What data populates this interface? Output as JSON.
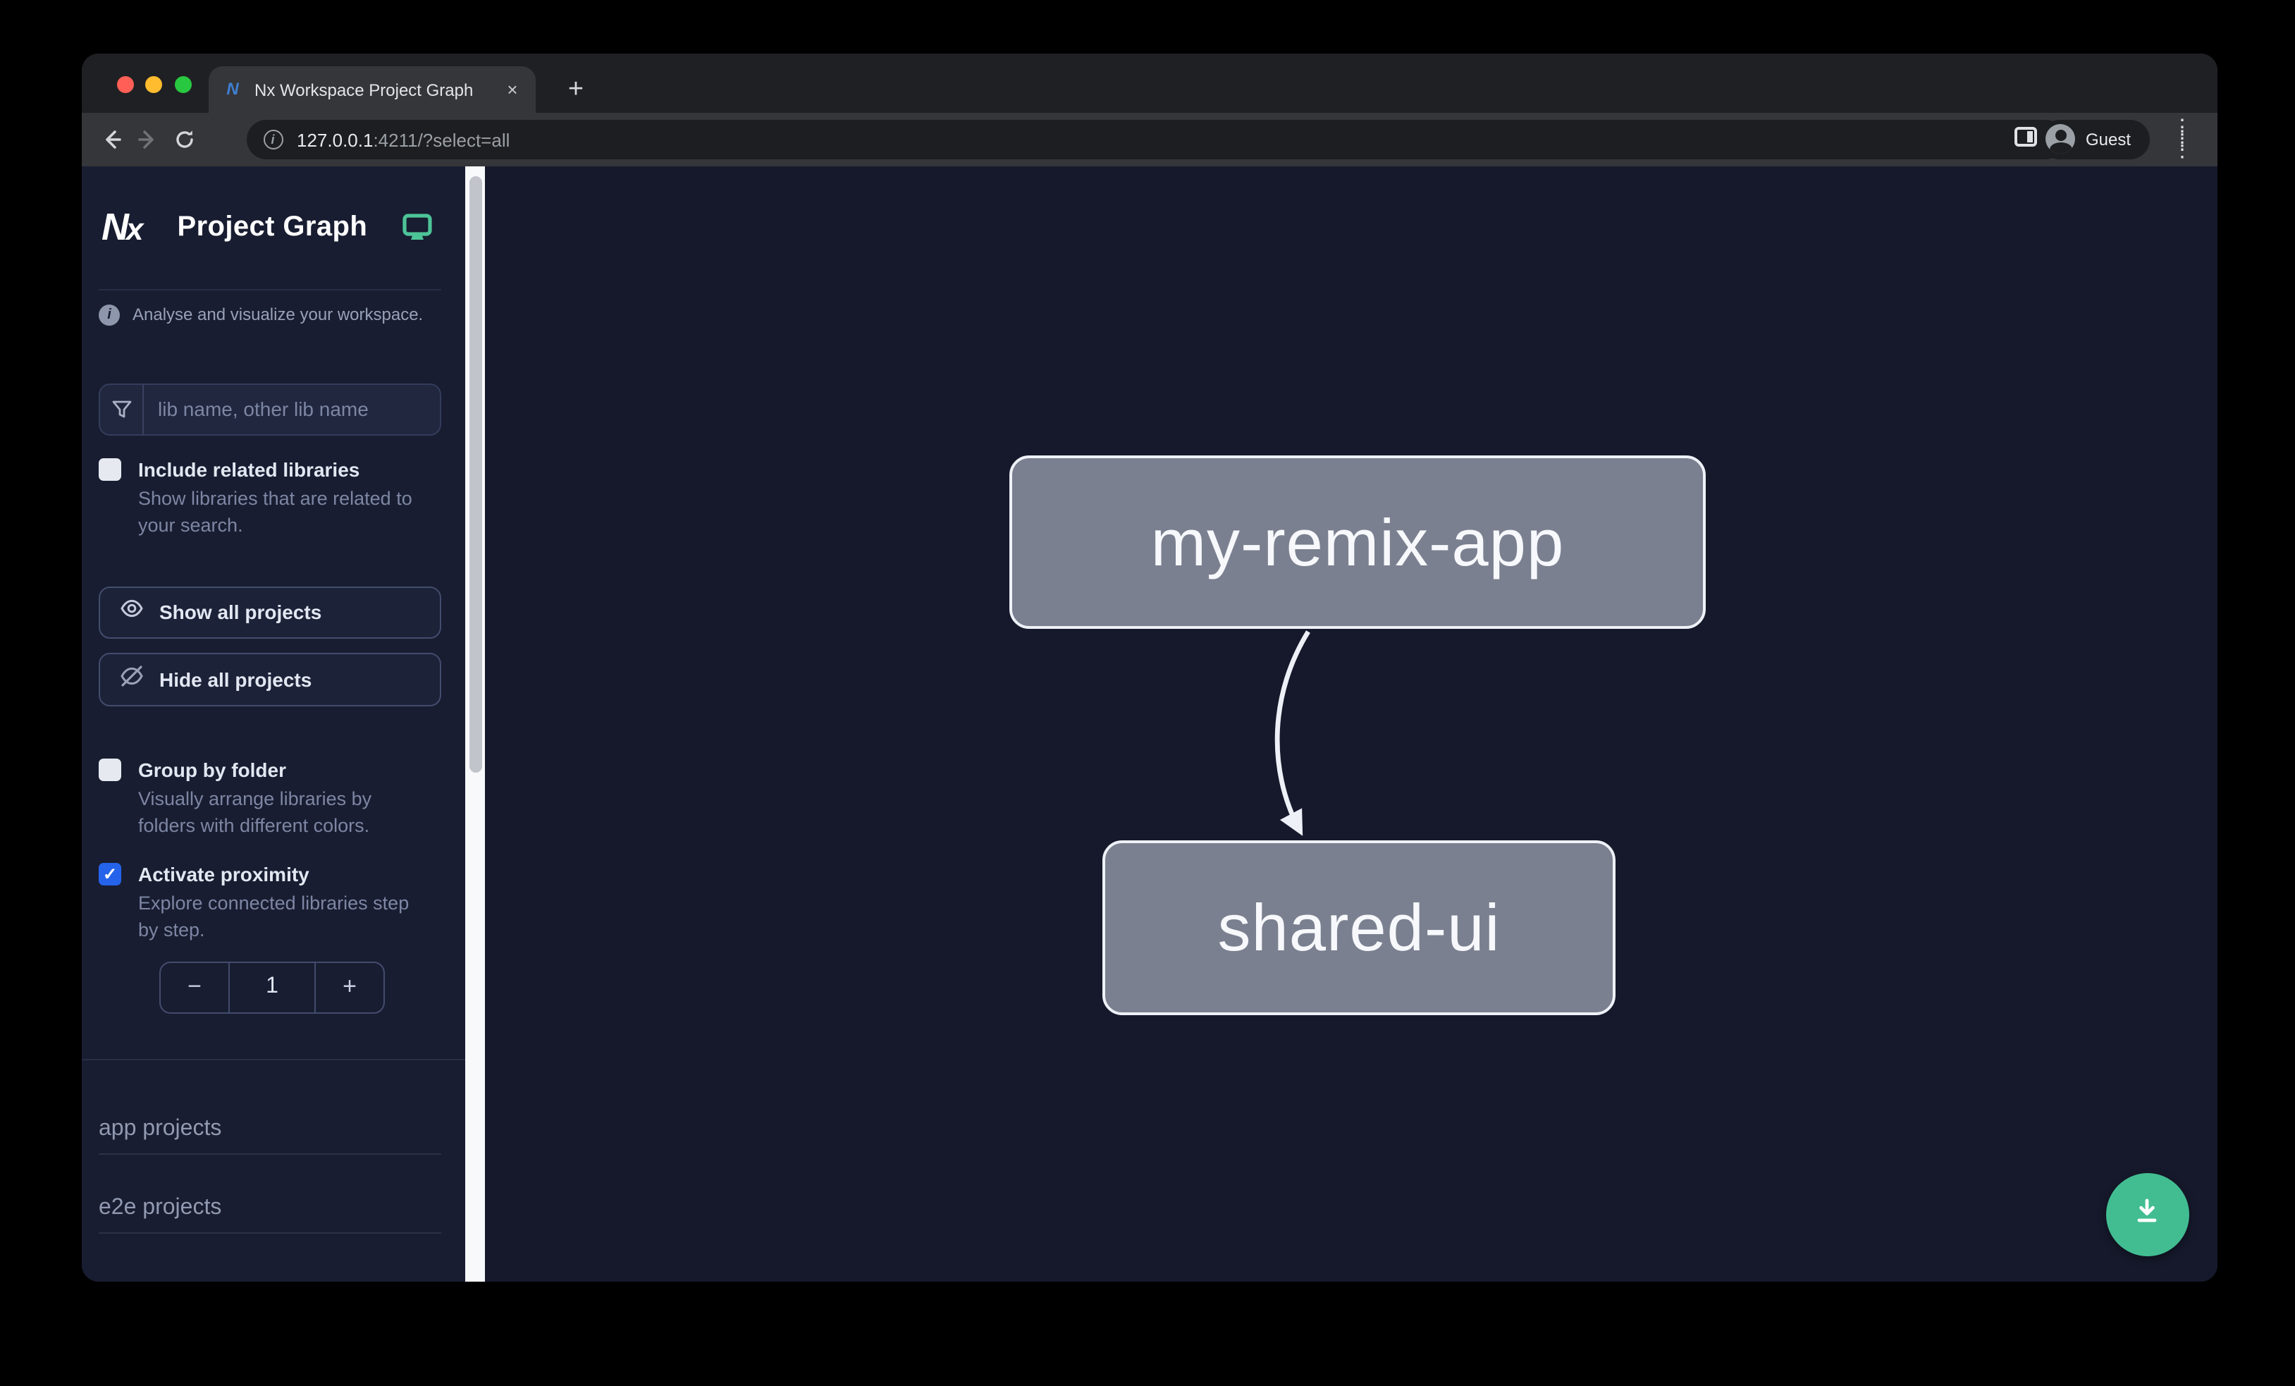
{
  "browser": {
    "tab": {
      "title": "Nx Workspace Project Graph",
      "close_label": "×",
      "new_tab_label": "+"
    },
    "url": {
      "host": "127.0.0.1",
      "rest": ":4211/?select=all"
    },
    "profile_label": "Guest"
  },
  "sidebar": {
    "app_title": "Project Graph",
    "tagline": "Analyse and visualize your workspace.",
    "search": {
      "placeholder": "lib name, other lib name"
    },
    "options": [
      {
        "label": "Include related libraries",
        "description": "Show libraries that are related to your search.",
        "checked": false
      },
      {
        "label": "Group by folder",
        "description": "Visually arrange libraries by folders with different colors.",
        "checked": false
      },
      {
        "label": "Activate proximity",
        "description": "Explore connected libraries step by step.",
        "checked": true
      }
    ],
    "buttons": {
      "show_all": "Show all projects",
      "hide_all": "Hide all projects"
    },
    "stepper": {
      "decrement": "−",
      "value": "1",
      "increment": "+"
    },
    "sections": [
      {
        "label": "app projects"
      },
      {
        "label": "e2e projects"
      }
    ]
  },
  "graph": {
    "nodes": [
      {
        "id": "my-remix-app"
      },
      {
        "id": "shared-ui"
      }
    ],
    "edges": [
      {
        "source": "my-remix-app",
        "target": "shared-ui"
      }
    ]
  },
  "colors": {
    "accent_green": "#42bd92",
    "checkbox_blue": "#2563eb",
    "node_fill": "#7b8090",
    "node_border": "#eef1f7",
    "sidebar_bg": "#181d31",
    "canvas_bg": "#15192b"
  }
}
